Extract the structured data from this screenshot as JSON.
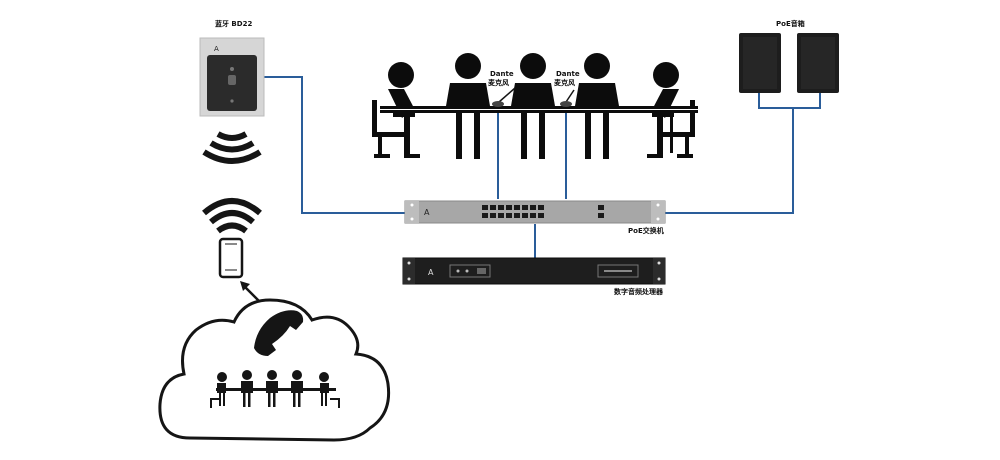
{
  "labels": {
    "bluetooth": "蓝牙 BD22",
    "speaker": "PoE音箱",
    "switch": "PoE交换机",
    "processor": "数字音频处理器",
    "mic1_line1": "Dante",
    "mic1_line2": "麦克风",
    "mic2_line1": "Dante",
    "mic2_line2": "麦克风"
  },
  "colors": {
    "cable": "#2a5d9a",
    "figure": "#0c0c0c",
    "device_gray": "#a7a7a7",
    "speaker_black": "#1d1d1d"
  },
  "icons": {
    "wireless": "wifi-arcs-icon",
    "phone": "smartphone-icon",
    "handset": "telephone-handset-icon",
    "cloud": "cloud-icon"
  }
}
